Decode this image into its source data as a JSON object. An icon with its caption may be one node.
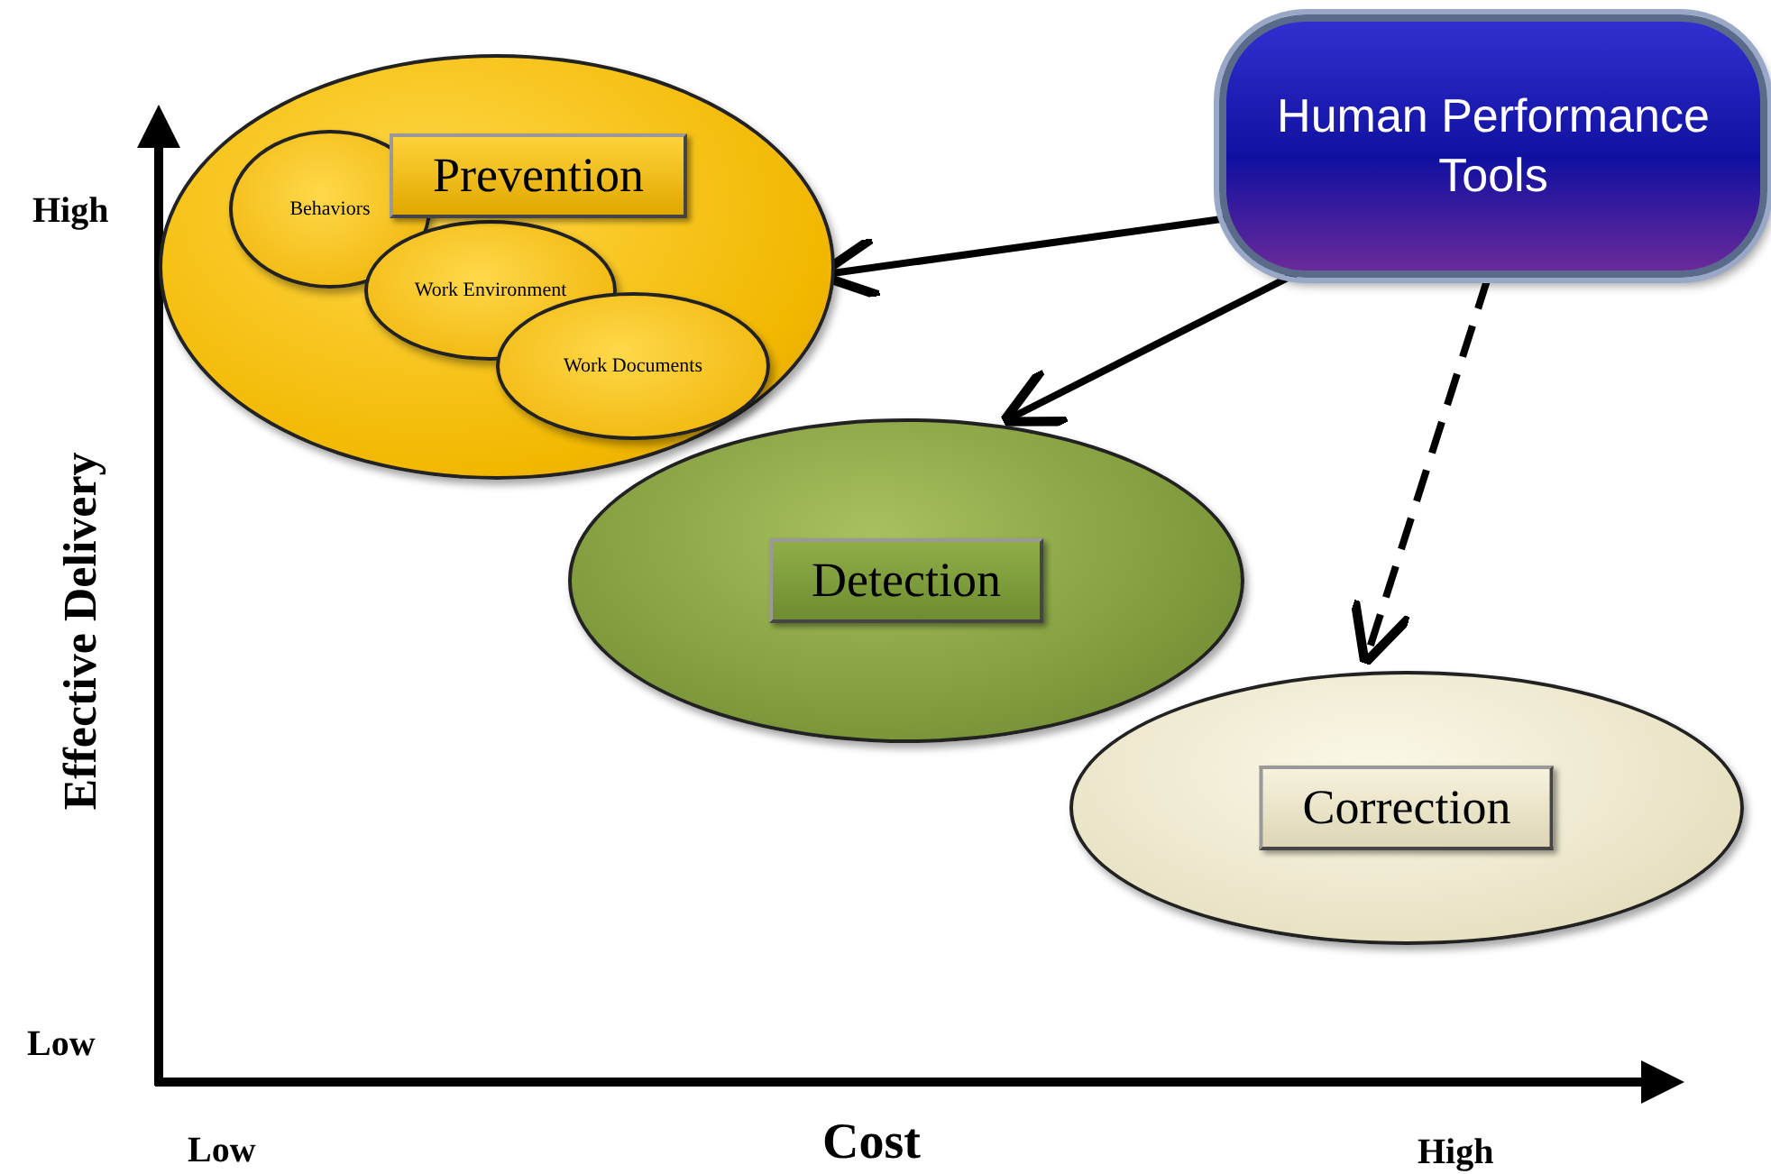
{
  "diagram": {
    "nodes": [
      {
        "text": [
          "Prevention"
        ]
      },
      {
        "text": [
          "Behaviors"
        ],
        "in": 0
      },
      {
        "text": [
          "Work Environment"
        ],
        "in": 0
      },
      {
        "text": [
          "Work Documents"
        ],
        "in": 0
      },
      {
        "text": [
          "Detection"
        ]
      },
      {
        "text": [
          "Correction"
        ]
      },
      {
        "text": [
          "Human Performance Tools"
        ]
      }
    ],
    "edges": [
      {
        "from": 6,
        "to": 0,
        "arrow": "to"
      },
      {
        "from": 6,
        "to": 4,
        "arrow": "to"
      },
      {
        "from": 6,
        "to": 5,
        "arrow": "to",
        "style": "dashed"
      }
    ],
    "labels": [
      "High",
      "Effective Delivery",
      "Low",
      "Low",
      "Cost",
      "High"
    ]
  }
}
